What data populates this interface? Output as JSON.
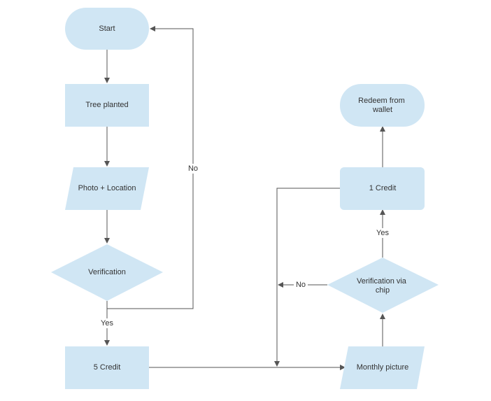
{
  "diagram": {
    "colors": {
      "node_fill": "#d0e6f4",
      "edge": "#555555",
      "text": "#333333",
      "background": "#ffffff"
    },
    "nodes": {
      "start": {
        "label": "Start",
        "shape": "terminator"
      },
      "tree_planted": {
        "label": "Tree planted",
        "shape": "process"
      },
      "photo_location": {
        "label": "Photo + Location",
        "shape": "data"
      },
      "verification": {
        "label": "Verification",
        "shape": "decision"
      },
      "credit_5": {
        "label": "5 Credit",
        "shape": "process"
      },
      "monthly_picture": {
        "label": "Monthly picture",
        "shape": "data"
      },
      "verification_chip": {
        "label_lines": [
          "Verification via",
          "chip"
        ],
        "shape": "decision"
      },
      "credit_1": {
        "label": "1 Credit",
        "shape": "process"
      },
      "redeem": {
        "label_lines": [
          "Redeem from",
          "wallet"
        ],
        "shape": "terminator"
      }
    },
    "edges": {
      "verification_no": {
        "label": "No",
        "from": "verification",
        "to": "start"
      },
      "verification_yes": {
        "label": "Yes",
        "from": "verification",
        "to": "credit_5"
      },
      "chip_yes": {
        "label": "Yes",
        "from": "verification_chip",
        "to": "credit_1"
      },
      "chip_no": {
        "label": "No",
        "from": "verification_chip",
        "to": "monthly_picture"
      }
    }
  }
}
